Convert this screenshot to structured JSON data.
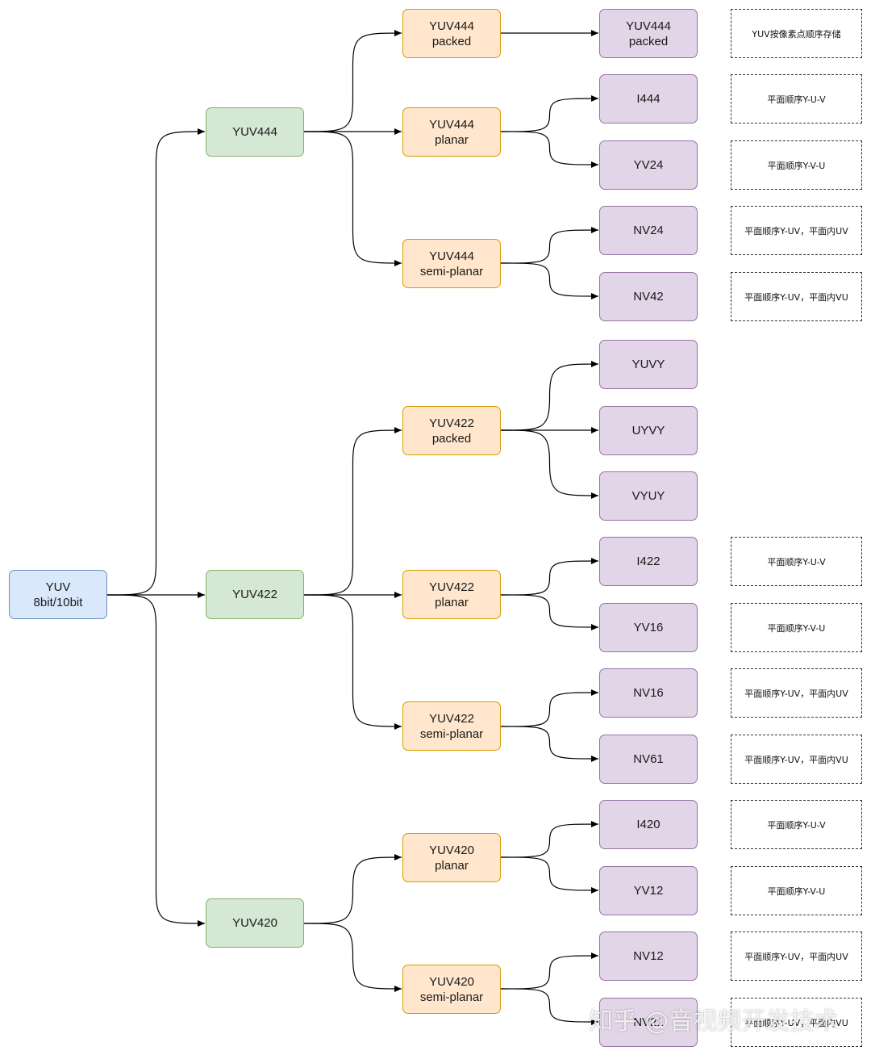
{
  "root": {
    "line1": "YUV",
    "line2": "8bit/10bit"
  },
  "level1": {
    "yuv444": "YUV444",
    "yuv422": "YUV422",
    "yuv420": "YUV420"
  },
  "level2": {
    "yuv444_packed": {
      "line1": "YUV444",
      "line2": "packed"
    },
    "yuv444_planar": {
      "line1": "YUV444",
      "line2": "planar"
    },
    "yuv444_semiplanar": {
      "line1": "YUV444",
      "line2": "semi-planar"
    },
    "yuv422_packed": {
      "line1": "YUV422",
      "line2": "packed"
    },
    "yuv422_planar": {
      "line1": "YUV422",
      "line2": "planar"
    },
    "yuv422_semiplanar": {
      "line1": "YUV422",
      "line2": "semi-planar"
    },
    "yuv420_planar": {
      "line1": "YUV420",
      "line2": "planar"
    },
    "yuv420_semiplanar": {
      "line1": "YUV420",
      "line2": "semi-planar"
    }
  },
  "level3": {
    "yuv444_packed": {
      "line1": "YUV444",
      "line2": "packed"
    },
    "i444": "I444",
    "yv24": "YV24",
    "nv24": "NV24",
    "nv42": "NV42",
    "yuvy": "YUVY",
    "uyvy": "UYVY",
    "vyuy": "VYUY",
    "i422": "I422",
    "yv16": "YV16",
    "nv16": "NV16",
    "nv61": "NV61",
    "i420": "I420",
    "yv12": "YV12",
    "nv12": "NV12",
    "nv21": "NV21"
  },
  "notes": {
    "yuv444_packed": "YUV按像素点顺序存储",
    "i444": "平面顺序Y-U-V",
    "yv24": "平面顺序Y-V-U",
    "nv24": "平面顺序Y-UV，平面内UV",
    "nv42": "平面顺序Y-UV，平面内VU",
    "i422": "平面顺序Y-U-V",
    "yv16": "平面顺序Y-V-U",
    "nv16": "平面顺序Y-UV，平面内UV",
    "nv61": "平面顺序Y-UV，平面内VU",
    "i420": "平面顺序Y-U-V",
    "yv12": "平面顺序Y-V-U",
    "nv12": "平面顺序Y-UV，平面内UV",
    "nv21": "平面顺序Y-UV，平面内VU"
  },
  "watermark": "知乎 @音视频开发技术",
  "colors": {
    "root_fill": "#dae8fc",
    "root_stroke": "#6c8ebf",
    "level1_fill": "#d5e8d4",
    "level1_stroke": "#82b366",
    "level2_fill": "#ffe6cc",
    "level2_stroke": "#d79b00",
    "level3_fill": "#e1d5e7",
    "level3_stroke": "#9673a6"
  }
}
